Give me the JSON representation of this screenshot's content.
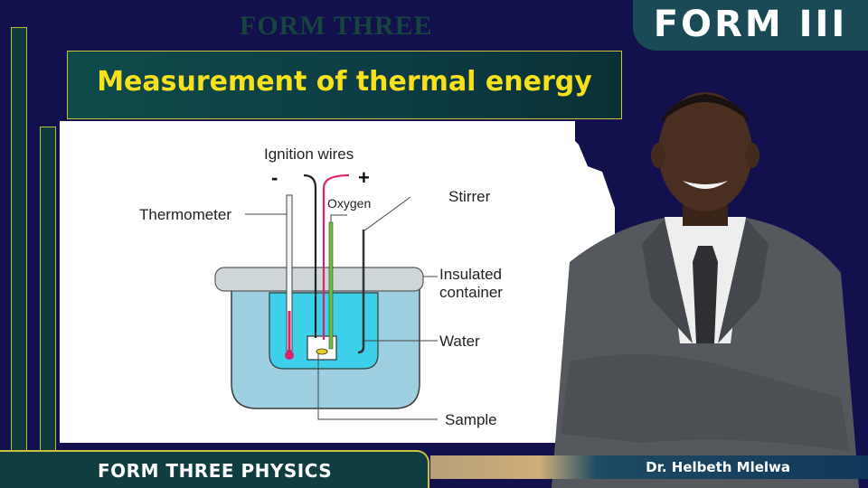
{
  "header": {
    "watermark": "FORM THREE",
    "badge": "FORM III",
    "title": "Measurement of thermal energy"
  },
  "diagram": {
    "labels": {
      "ignition_wires": "Ignition wires",
      "minus": "-",
      "plus": "+",
      "oxygen": "Oxygen",
      "stirrer": "Stirrer",
      "thermometer": "Thermometer",
      "insulated_line1": "Insulated",
      "insulated_line2": "container",
      "water": "Water",
      "sample": "Sample"
    },
    "colors": {
      "water": "#3dd0ea",
      "container": "#9ecfe0",
      "lid": "#cfd6d8",
      "positive_wire": "#e0206d",
      "oxygen_tube": "#6fb84a",
      "thermometer_bulb": "#e0206d"
    }
  },
  "footer": {
    "subject": "FORM THREE PHYSICS",
    "presenter": "Dr. Helbeth Mlelwa"
  },
  "colors": {
    "background": "#13104e",
    "accent_yellow": "#f7e11b",
    "panel_teal": "#0f3d40"
  }
}
